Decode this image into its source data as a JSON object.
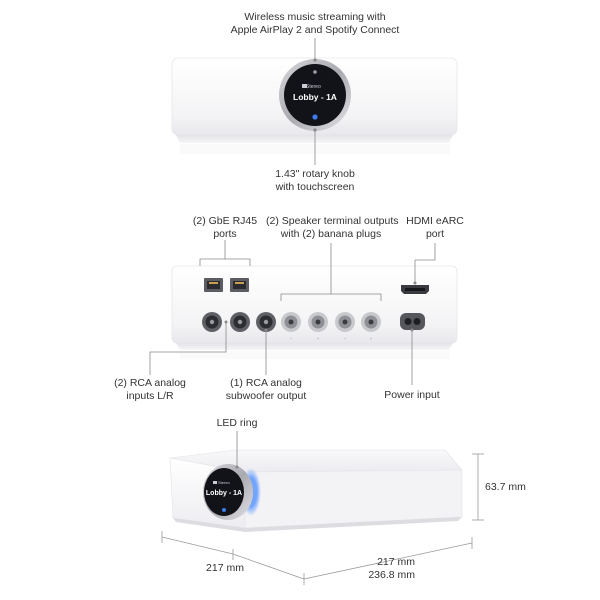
{
  "top_view": {
    "caption_line1": "Wireless music streaming with",
    "caption_line2": "Apple AirPlay 2 and Spotify Connect",
    "knob_caption_line1": "1.43\" rotary knob",
    "knob_caption_line2": "with touchscreen",
    "screen_small": "Stereo",
    "screen_title": "Lobby - 1A"
  },
  "rear_view": {
    "rj45_label_line1": "(2) GbE RJ45",
    "rj45_label_line2": "ports",
    "speaker_label_line1": "(2) Speaker terminal outputs",
    "speaker_label_line2": "with (2) banana plugs",
    "hdmi_label_line1": "HDMI eARC",
    "hdmi_label_line2": "port",
    "rca_label_line1": "(2) RCA analog",
    "rca_label_line2": "inputs L/R",
    "sub_label_line1": "(1) RCA analog",
    "sub_label_line2": "subwoofer output",
    "power_label": "Power input"
  },
  "perspective_view": {
    "led_label": "LED ring",
    "screen_small": "Stereo",
    "screen_title": "Lobby - 1A",
    "height_dim": "63.7 mm",
    "width_dim": "217 mm",
    "depth_dim_line1": "217 mm",
    "depth_dim_line2": "236.8 mm"
  },
  "colors": {
    "device_body": "#f7f7f8",
    "screen_bg": "#121318",
    "led_blue": "#4d8dff",
    "callout_line": "#8a8a8a"
  }
}
